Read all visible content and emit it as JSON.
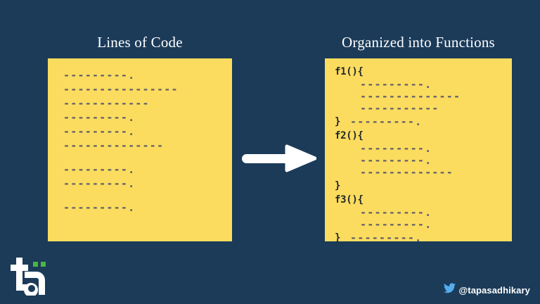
{
  "theme": {
    "background": "#1b3b59",
    "card": "#fbdc5e",
    "code_dash": "#5b5b69",
    "code_text": "#23272b",
    "title": "#ffffff",
    "accent_green": "#4bb543",
    "twitter_blue": "#55acee"
  },
  "left_panel": {
    "title": "Lines of Code",
    "lines": [
      {
        "type": "code",
        "text": "---------."
      },
      {
        "type": "code",
        "text": "----------------"
      },
      {
        "type": "code",
        "text": "------------"
      },
      {
        "type": "code",
        "text": "---------."
      },
      {
        "type": "code",
        "text": "---------."
      },
      {
        "type": "code",
        "text": "--------------"
      },
      {
        "type": "blank",
        "text": ""
      },
      {
        "type": "code",
        "text": "---------."
      },
      {
        "type": "code",
        "text": "---------."
      },
      {
        "type": "blank",
        "text": ""
      },
      {
        "type": "code",
        "text": "---------."
      }
    ]
  },
  "right_panel": {
    "title": "Organized into Functions",
    "lines": [
      {
        "type": "fn-open",
        "token": "f1(){",
        "dashes": ""
      },
      {
        "type": "body",
        "token": "",
        "dashes": "---------."
      },
      {
        "type": "body",
        "token": "",
        "dashes": "--------------"
      },
      {
        "type": "body",
        "token": "",
        "dashes": "-----------"
      },
      {
        "type": "fn-close",
        "token": "}",
        "dashes": "---------."
      },
      {
        "type": "fn-open",
        "token": "f2(){",
        "dashes": ""
      },
      {
        "type": "body",
        "token": "",
        "dashes": "---------."
      },
      {
        "type": "body",
        "token": "",
        "dashes": "---------."
      },
      {
        "type": "body",
        "token": "",
        "dashes": "-------------"
      },
      {
        "type": "fn-close",
        "token": "}",
        "dashes": ""
      },
      {
        "type": "fn-open",
        "token": "f3(){",
        "dashes": ""
      },
      {
        "type": "body",
        "token": "",
        "dashes": "---------."
      },
      {
        "type": "body",
        "token": "",
        "dashes": "---------."
      },
      {
        "type": "fn-close",
        "token": "}",
        "dashes": "---------."
      }
    ]
  },
  "arrow": {
    "icon": "arrow-right-icon",
    "direction": "right",
    "color": "#ffffff"
  },
  "logo": {
    "icon": "ta-logo",
    "text": "ta"
  },
  "footer": {
    "icon": "twitter-bird-icon",
    "handle": "@tapasadhikary"
  }
}
